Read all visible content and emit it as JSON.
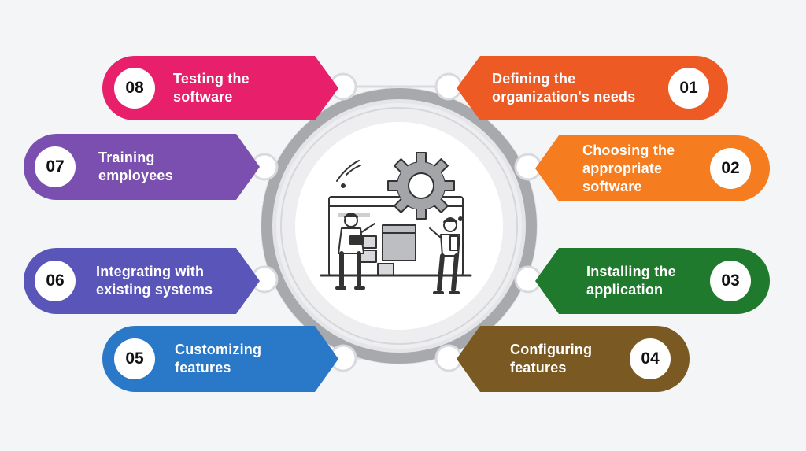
{
  "steps": [
    {
      "number": "01",
      "lines": [
        "Defining the",
        "organization's needs"
      ],
      "color": "#ee5a24"
    },
    {
      "number": "02",
      "lines": [
        "Choosing the",
        "appropriate",
        "software"
      ],
      "color": "#f57c1f"
    },
    {
      "number": "03",
      "lines": [
        "Installing the",
        "application"
      ],
      "color": "#1f7a2e"
    },
    {
      "number": "04",
      "lines": [
        "Configuring",
        "features"
      ],
      "color": "#7a5a22"
    },
    {
      "number": "05",
      "lines": [
        "Customizing",
        "features"
      ],
      "color": "#2a78c8"
    },
    {
      "number": "06",
      "lines": [
        "Integrating with",
        "existing systems"
      ],
      "color": "#5a55b8"
    },
    {
      "number": "07",
      "lines": [
        "Training",
        "employees"
      ],
      "color": "#7b4fb0"
    },
    {
      "number": "08",
      "lines": [
        "Testing the",
        "software"
      ],
      "color": "#e81f6a"
    }
  ],
  "colors": {
    "background": "#f4f5f7",
    "ring": "#a8a9ad",
    "connector": "#d9dadd",
    "illustration": "#333333"
  },
  "illustration": {
    "icon": "gear-and-people-icon"
  }
}
